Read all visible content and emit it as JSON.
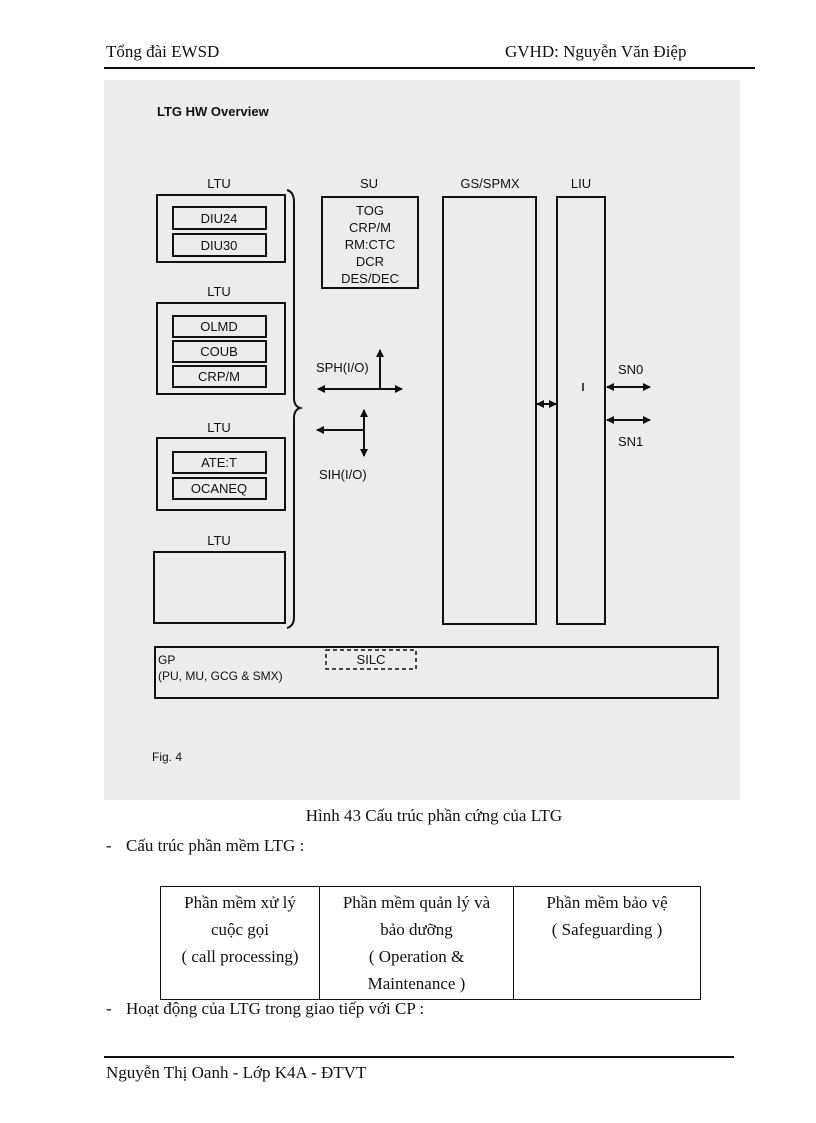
{
  "header": {
    "left": "Tổng đài EWSD",
    "right": "GVHD: Nguyễn Văn Điệp"
  },
  "diagram": {
    "title": "LTG HW Overview",
    "ltu_label": "LTU",
    "ltu1": [
      "DIU24",
      "DIU30"
    ],
    "ltu2": [
      "OLMD",
      "COUB",
      "CRP/M"
    ],
    "ltu3": [
      "ATE:T",
      "OCANEQ"
    ],
    "su_label": "SU",
    "su_lines": [
      "TOG",
      "CRP/M",
      "RM:CTC",
      "DCR",
      "DES/DEC"
    ],
    "gs_label": "GS/SPMX",
    "liu_label": "LIU",
    "sph": "SPH(I/O)",
    "sih": "SIH(I/O)",
    "sn0": "SN0",
    "sn1": "SN1",
    "gp_line1": "GP",
    "gp_line2": "(PU, MU, GCG & SMX)",
    "silc": "SILC",
    "fig": "Fig. 4"
  },
  "caption": "Hình 43 Cấu trúc phần cứng của LTG",
  "bullet1": "Cấu trúc phần mềm LTG :",
  "table": {
    "col1": [
      "Phần mềm xử lý",
      "cuộc gọi",
      "( call processing)"
    ],
    "col2": [
      "Phần mềm quản lý và",
      "bảo dưỡng",
      "( Operation &",
      "Maintenance )"
    ],
    "col3": [
      "Phần mềm bảo vệ",
      "( Safeguarding )"
    ]
  },
  "bullet2": "Hoạt động của LTG trong giao tiếp với CP :",
  "footer": "Nguyễn Thị Oanh - Lớp K4A - ĐTVT"
}
